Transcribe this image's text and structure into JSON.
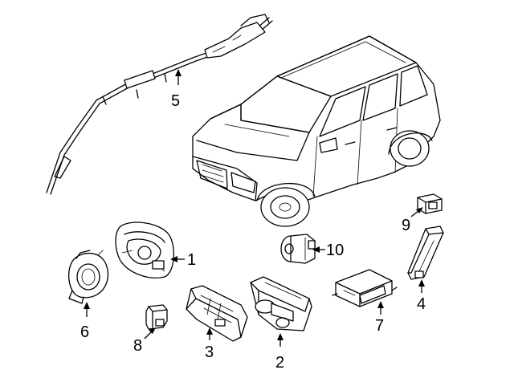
{
  "diagram": {
    "callouts": [
      {
        "id": "1",
        "label": "1"
      },
      {
        "id": "2",
        "label": "2"
      },
      {
        "id": "3",
        "label": "3"
      },
      {
        "id": "4",
        "label": "4"
      },
      {
        "id": "5",
        "label": "5"
      },
      {
        "id": "6",
        "label": "6"
      },
      {
        "id": "7",
        "label": "7"
      },
      {
        "id": "8",
        "label": "8"
      },
      {
        "id": "9",
        "label": "9"
      },
      {
        "id": "10",
        "label": "10"
      }
    ],
    "parts": [
      "vehicle-suv",
      "curtain-airbag",
      "steering-wheel-airbag",
      "clock-spring",
      "impact-sensor",
      "knee-airbag",
      "passenger-airbag",
      "seat-airbag",
      "control-module",
      "occupant-sensor",
      "side-sensor"
    ]
  }
}
